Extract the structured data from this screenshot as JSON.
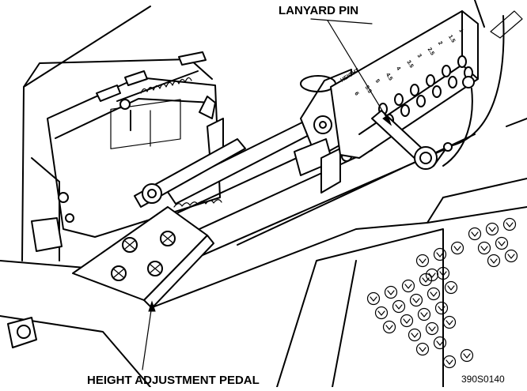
{
  "labels": {
    "lanyard_pin": "LANYARD PIN",
    "height_adjustment_pedal": "HEIGHT ADJUSTMENT PEDAL",
    "figure_code": "390S0140"
  },
  "scale": {
    "marks": [
      "1",
      "1.5",
      "2",
      "2.5",
      "3",
      "3.5",
      "4",
      "4.5",
      "5",
      "5.5",
      "6"
    ]
  }
}
